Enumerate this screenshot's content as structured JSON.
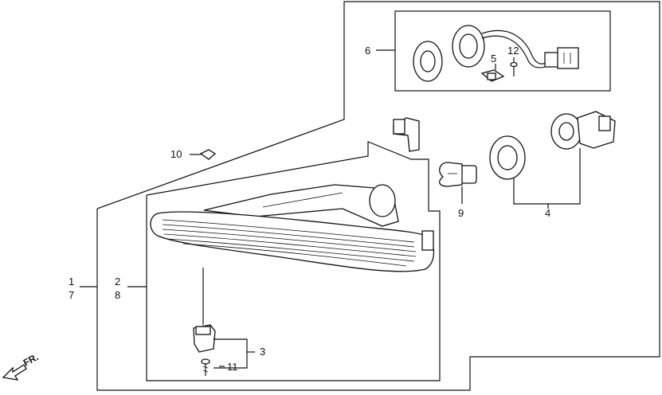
{
  "labels": {
    "l1": "1",
    "l7": "7",
    "l2": "2",
    "l8": "8",
    "l3": "3",
    "l4": "4",
    "l5": "5",
    "l6": "6",
    "l9": "9",
    "l10": "10",
    "l11": "11",
    "l12": "12"
  },
  "front_indicator": "FR."
}
